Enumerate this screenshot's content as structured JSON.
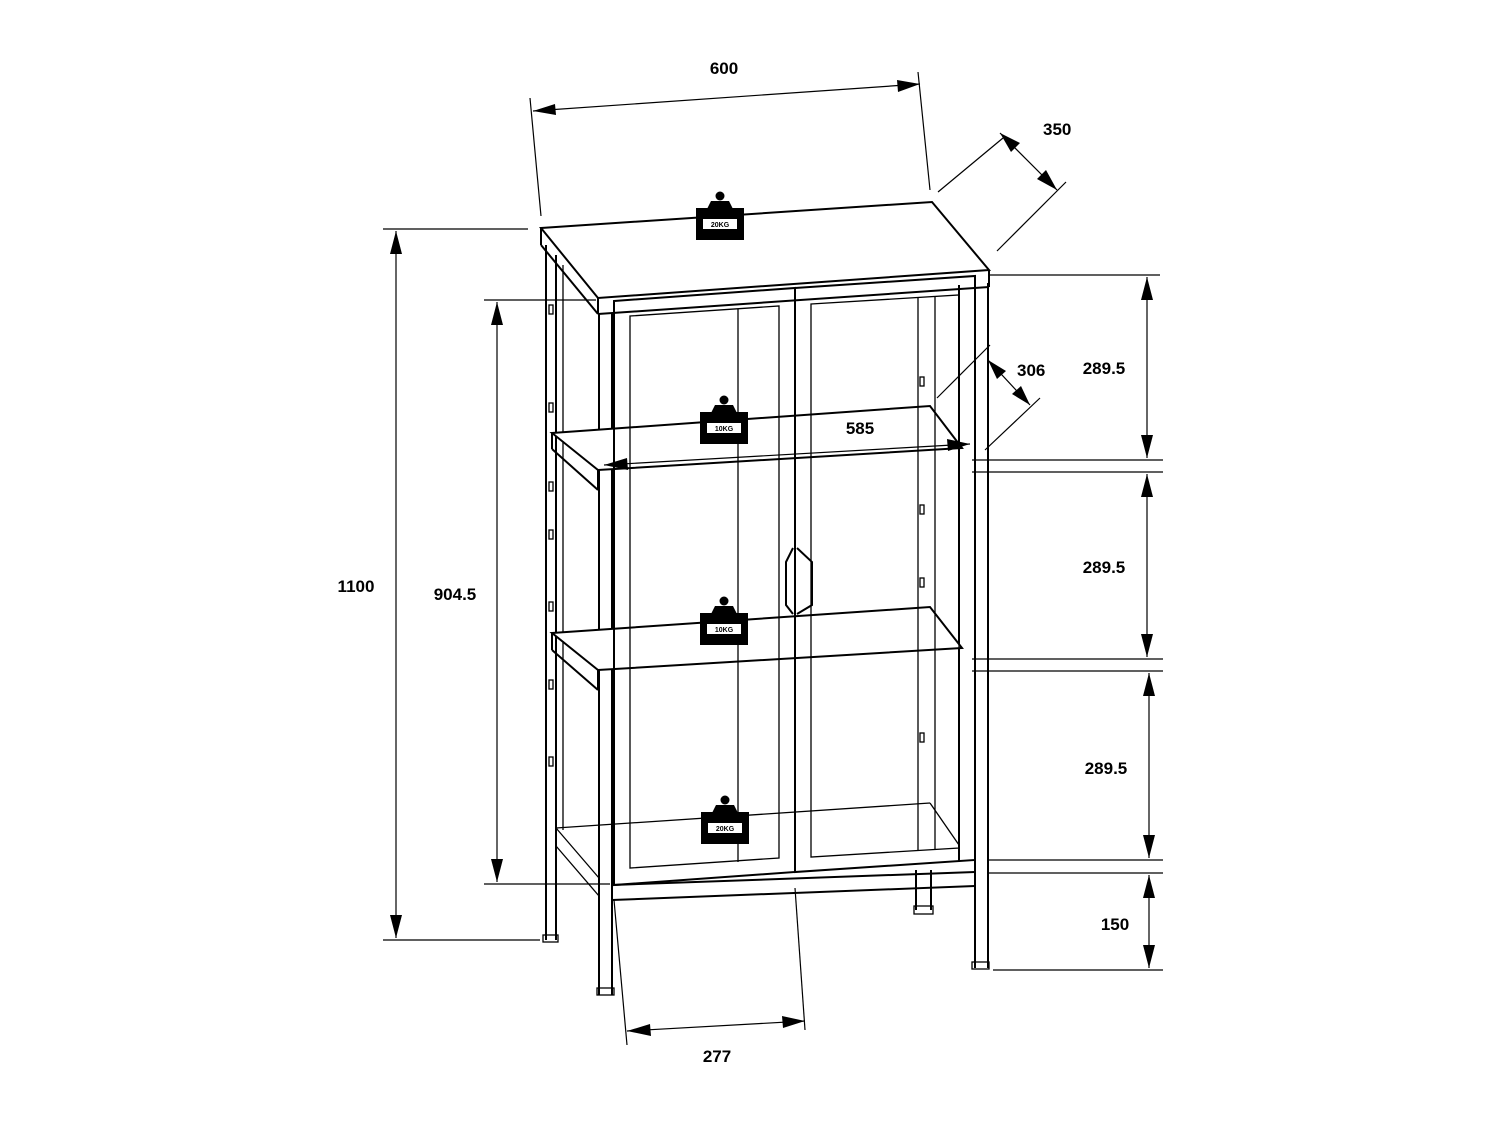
{
  "dimensions": {
    "width": "600",
    "depth": "350",
    "height_total": "1100",
    "height_body": "904.5",
    "shelf_width": "585",
    "shelf_depth": "306",
    "compartment_1": "289.5",
    "compartment_2": "289.5",
    "compartment_3": "289.5",
    "leg_height": "150",
    "door_width": "277"
  },
  "load_ratings": {
    "top": "20KG",
    "shelf_1": "10KG",
    "shelf_2": "10KG",
    "bottom": "20KG"
  }
}
